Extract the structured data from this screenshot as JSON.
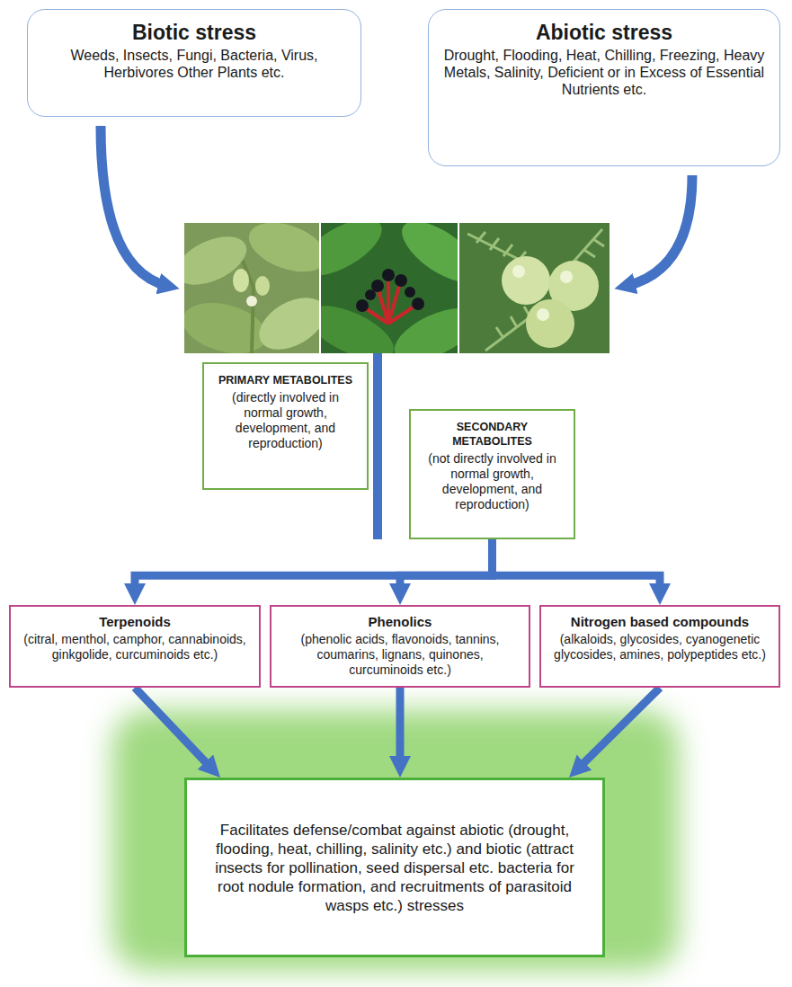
{
  "diagram": {
    "nodes": [
      {
        "text": [
          "Biotic stress",
          "Weeds, Insects, Fungi, Bacteria, Virus, Herbivores Other Plants etc."
        ]
      },
      {
        "text": [
          "Abiotic stress",
          "Drought, Flooding, Heat, Chilling, Freezing, Heavy Metals, Salinity, Deficient or in Excess of Essential Nutrients etc."
        ]
      },
      {
        "text": [
          "PRIMARY METABOLITES",
          "(directly involved in normal growth, development, and reproduction)"
        ]
      },
      {
        "text": [
          "SECONDARY METABOLITES",
          "(not directly involved in normal growth, development, and reproduction)"
        ]
      },
      {
        "text": [
          "Terpenoids",
          "(citral, menthol, camphor, cannabinoids, ginkgolide, curcuminoids etc.)"
        ]
      },
      {
        "text": [
          "Phenolics",
          "(phenolic acids, flavonoids, tannins, coumarins, lignans, quinones, curcuminoids etc.)"
        ]
      },
      {
        "text": [
          "Nitrogen based compounds",
          "(alkaloids, glycosides, cyanogenetic glycosides, amines, polypeptides etc.)"
        ]
      },
      {
        "text": [
          "Facilitates defense/combat against abiotic (drought, flooding, heat, chilling, salinity etc.) and biotic (attract insects for pollination, seed dispersal etc. bacteria for root nodule formation, and recruitments of parasitoid wasps etc.) stresses"
        ]
      }
    ],
    "edges": [
      {
        "from": 3,
        "to": 4,
        "arrow": "to"
      },
      {
        "from": 3,
        "to": 5,
        "arrow": "to"
      },
      {
        "from": 3,
        "to": 6,
        "arrow": "to"
      },
      {
        "from": 4,
        "to": 7,
        "arrow": "to"
      },
      {
        "from": 5,
        "to": 7,
        "arrow": "to"
      },
      {
        "from": 6,
        "to": 7,
        "arrow": "to"
      }
    ]
  }
}
